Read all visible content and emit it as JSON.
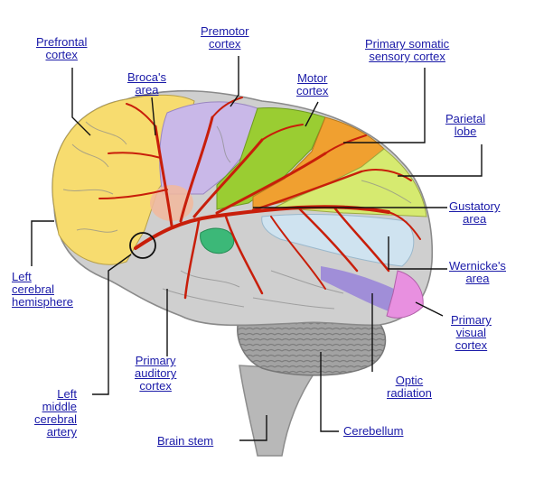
{
  "labels": {
    "prefrontal": [
      "Prefrontal",
      "cortex"
    ],
    "premotor": [
      "Premotor",
      "cortex"
    ],
    "broca": [
      "Broca's",
      "area"
    ],
    "motor": [
      "Motor",
      "cortex"
    ],
    "primary_somatic": [
      "Primary somatic",
      "sensory cortex"
    ],
    "parietal": [
      "Parietal",
      "lobe"
    ],
    "gustatory": [
      "Gustatory",
      "area"
    ],
    "wernicke": [
      "Wernicke's",
      "area"
    ],
    "left_hemisphere": [
      "Left",
      "cerebral",
      "hemisphere"
    ],
    "primary_visual": [
      "Primary",
      "visual",
      "cortex"
    ],
    "primary_auditory": [
      "Primary",
      "auditory",
      "cortex"
    ],
    "optic": [
      "Optic",
      "radiation"
    ],
    "left_mca": [
      "Left",
      "middle",
      "cerebral",
      "artery"
    ],
    "brain_stem": [
      "Brain stem"
    ],
    "cerebellum": [
      "Cerebellum"
    ]
  },
  "colors": {
    "label_text": "#1a1aa8",
    "artery": "#c81e0a",
    "frontal": "#f7dc6f",
    "premotor": "#c9b8e8",
    "motor": "#9acd32",
    "sensory": "#f0a030",
    "parietal": "#d6ea70",
    "temporal": "#c8c8c8",
    "wernicke": "#cfe3f0",
    "visual": "#e890e0",
    "optic": "#9a86d8",
    "auditory": "#3cb878",
    "cerebellum": "#9a9a9a",
    "brainstem": "#b8b8b8"
  }
}
